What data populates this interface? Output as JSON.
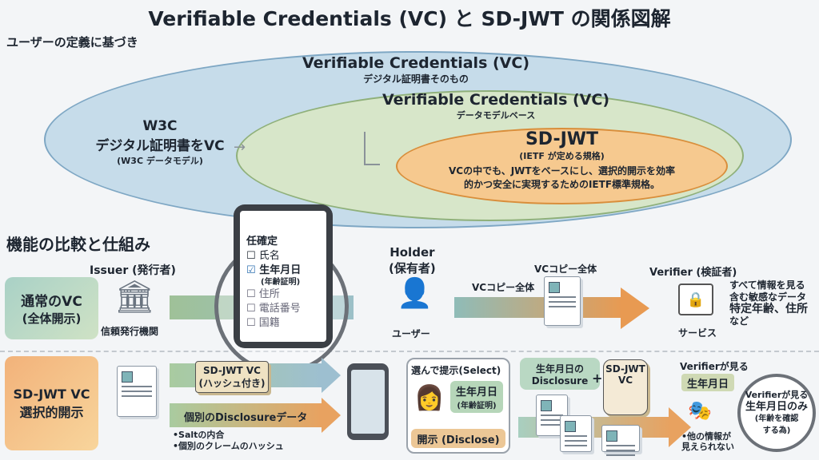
{
  "title": "Verifiable Credentials (VC) と SD-JWT の関係図解",
  "subtitle": "ユーザーの定義に基づき",
  "venn": {
    "outer": {
      "title": "Verifiable Credentials (VC)",
      "desc": "デジタル証明書そのもの"
    },
    "w3c": {
      "title": "W3C",
      "line2": "デジタル証明書をVC",
      "line3": "(W3C データモデル)"
    },
    "middle": {
      "title": "Verifiable Credentials (VC)",
      "desc": "データモデルベース"
    },
    "inner": {
      "title": "SD-JWT",
      "sub": "(IETF が定める規格)",
      "desc1": "VCの中でも、JWTをベースにし、選択的開示を効率",
      "desc2": "的かつ安全に実現するためのIETF標準規格。"
    }
  },
  "section_title": "機能の比較と仕組み",
  "phone_popup": {
    "title": "任確定",
    "items": [
      {
        "label": "氏名",
        "checked": false
      },
      {
        "label": "生年月日",
        "note": "(年齢証明)",
        "checked": true
      },
      {
        "label": "住所",
        "checked": false
      },
      {
        "label": "電話番号",
        "checked": false
      },
      {
        "label": "国籍",
        "checked": false
      }
    ]
  },
  "row1": {
    "label1": "通常のVC",
    "label2": "(全体開示)",
    "issuer": "Issuer (発行者)",
    "issuer_caption": "信頼発行機関",
    "holder1": "Holder",
    "holder2": "(保有者)",
    "holder_caption": "ユーザー",
    "copy_top": "VCコピー全体",
    "copy_left": "VCコピー全体",
    "verifier": "Verifier (検証者)",
    "verifier_caption": "サービス",
    "verifier_desc": [
      "すべて情報を見る",
      "含む敏感なデータ",
      "特定年齢、住所",
      "など"
    ]
  },
  "row2": {
    "label1": "SD-JWT VC",
    "label2": "選択的開示",
    "sdjwt_box1": "SD-JWT VC",
    "sdjwt_box2": "(ハッシュ付き)",
    "disclosure_label": "個別のDisclosureデータ",
    "bullets": [
      "•Saltの内合",
      "•個別のクレームのハッシュ"
    ],
    "select_title": "選んで提示(Select)",
    "select_item": "生年月日",
    "select_note": "(年齢証明)",
    "disclose": "開示 (Disclose)",
    "bundle1": "生年月日の",
    "bundle2": "Disclosure",
    "plus": "+",
    "vc1": "SD-JWT",
    "vc2": "VC",
    "verifier_sees": "Verifierが見る",
    "verifier_item": "生年月日",
    "hidden1": "•他の情報が",
    "hidden2": "見えられない",
    "lens1": "Verifierが見る",
    "lens2": "生年月日のみ",
    "lens3": "(年齢を確認",
    "lens4": "する為)"
  }
}
